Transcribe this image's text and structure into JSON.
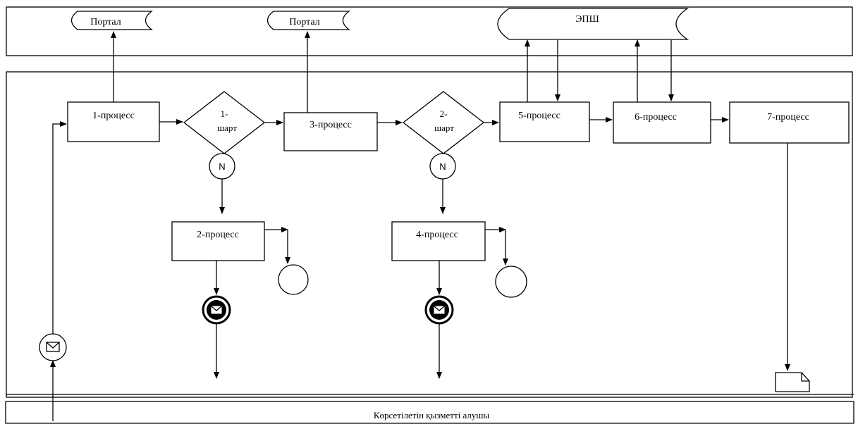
{
  "lanes": {
    "bottom_label": "Көрсетілетін қызметті алушы"
  },
  "storage": {
    "portal_1": "Портал",
    "portal_2": "Портал",
    "epsh": "ЭПШ"
  },
  "processes": {
    "p1": "1-процесс",
    "p2": "2-процесс",
    "p3": "3-процесс",
    "p4": "4-процесс",
    "p5": "5-процесс",
    "p6": "6-процесс",
    "p7": "7-процесс"
  },
  "conditions": {
    "c1_line1": "1-",
    "c1_line2": "шарт",
    "c2_line1": "2-",
    "c2_line2": "шарт",
    "no_label_1": "N",
    "no_label_2": "N"
  },
  "icons": {
    "message_start": "envelope-icon",
    "message_end": "envelope-filled-icon",
    "end_event": "circle-end-icon",
    "document": "document-icon"
  }
}
